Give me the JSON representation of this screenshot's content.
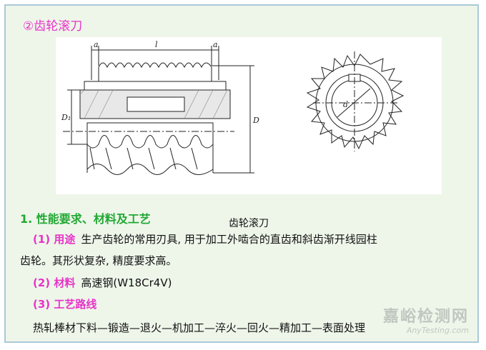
{
  "title": "②齿轮滚刀",
  "figure": {
    "caption": "齿轮滚刀",
    "dim_labels": {
      "a": "a",
      "l": "l",
      "d1": "D₁",
      "d": "D",
      "small_d": "d"
    }
  },
  "section": {
    "heading": "1. 性能要求、材料及工艺",
    "usage": {
      "label": "(1) 用途",
      "text": "生产齿轮的常用刃具, 用于加工外啮合的直齿和斜齿渐开线园柱",
      "text_cont": "齿轮。其形状复杂, 精度要求高。"
    },
    "material": {
      "label": "(2) 材料",
      "text": "高速钢(W18Cr4V)"
    },
    "process": {
      "label": "(3) 工艺路线",
      "text": "热轧棒材下料—锻造—退火—机加工—淬火—回火—精加工—表面处理"
    }
  },
  "watermark": {
    "cn": "嘉峪检测网",
    "en": "AnyTesting.com"
  }
}
